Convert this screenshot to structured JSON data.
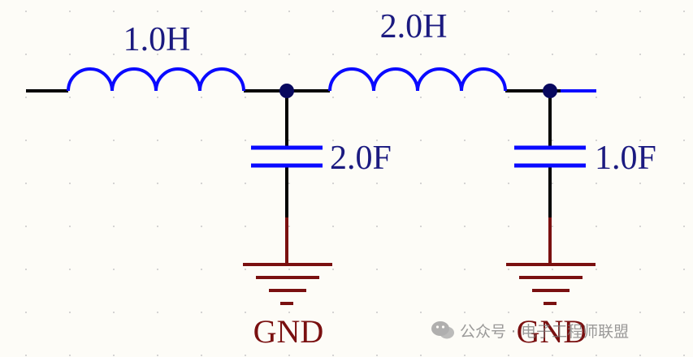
{
  "components": {
    "inductor_1": {
      "label": "1.0H"
    },
    "inductor_2": {
      "label": "2.0H"
    },
    "capacitor_1": {
      "label": "2.0F"
    },
    "capacitor_2": {
      "label": "1.0F"
    },
    "ground_1": {
      "label": "GND"
    },
    "ground_2": {
      "label": "GND"
    }
  },
  "watermark": {
    "text": "公众号 · 电子工程师联盟",
    "icon": "wechat-icon"
  },
  "colors": {
    "background": "#fdfcf7",
    "wire": "#000000",
    "component": "#0a0aff",
    "label": "#1b1a80",
    "junction": "#08085e",
    "ground": "#7a1010",
    "grid_dot": "#c8c8c8"
  }
}
